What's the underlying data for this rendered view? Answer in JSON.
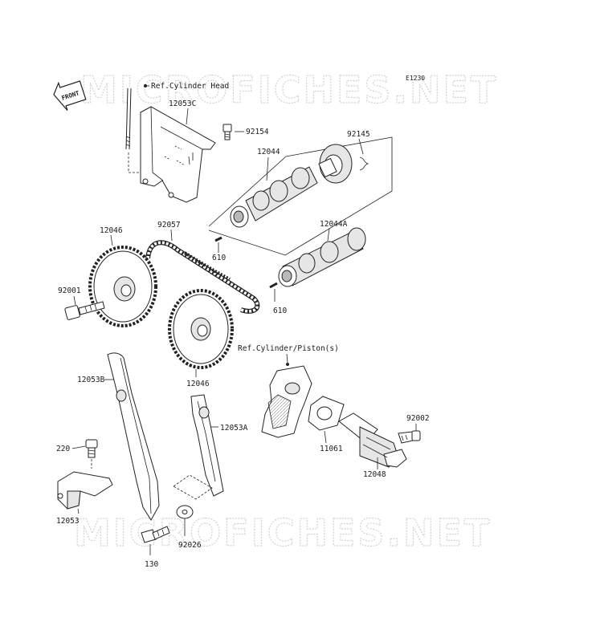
{
  "diagram": {
    "code": "E1230",
    "front_badge": "FRONT",
    "watermarks": [
      "MICROFICHES.NET",
      "MICROFICHES.NET"
    ],
    "references": {
      "cylinder_head": "Ref.Cylinder Head",
      "cylinder_piston": "Ref.Cylinder/Piston(s)"
    },
    "labels": {
      "p12053c": "12053C",
      "p92154": "92154",
      "p92145": "92145",
      "p12044": "12044",
      "p92057": "92057",
      "p12046_top": "12046",
      "p12044a": "12044A",
      "p610_a": "610",
      "p610_b": "610",
      "p92001": "92001",
      "p12046_bottom": "12046",
      "p12053b": "12053B",
      "p12053a": "12053A",
      "p220": "220",
      "p11061": "11061",
      "p92002": "92002",
      "p12048": "12048",
      "p12053": "12053",
      "p92026": "92026",
      "p130": "130"
    }
  }
}
